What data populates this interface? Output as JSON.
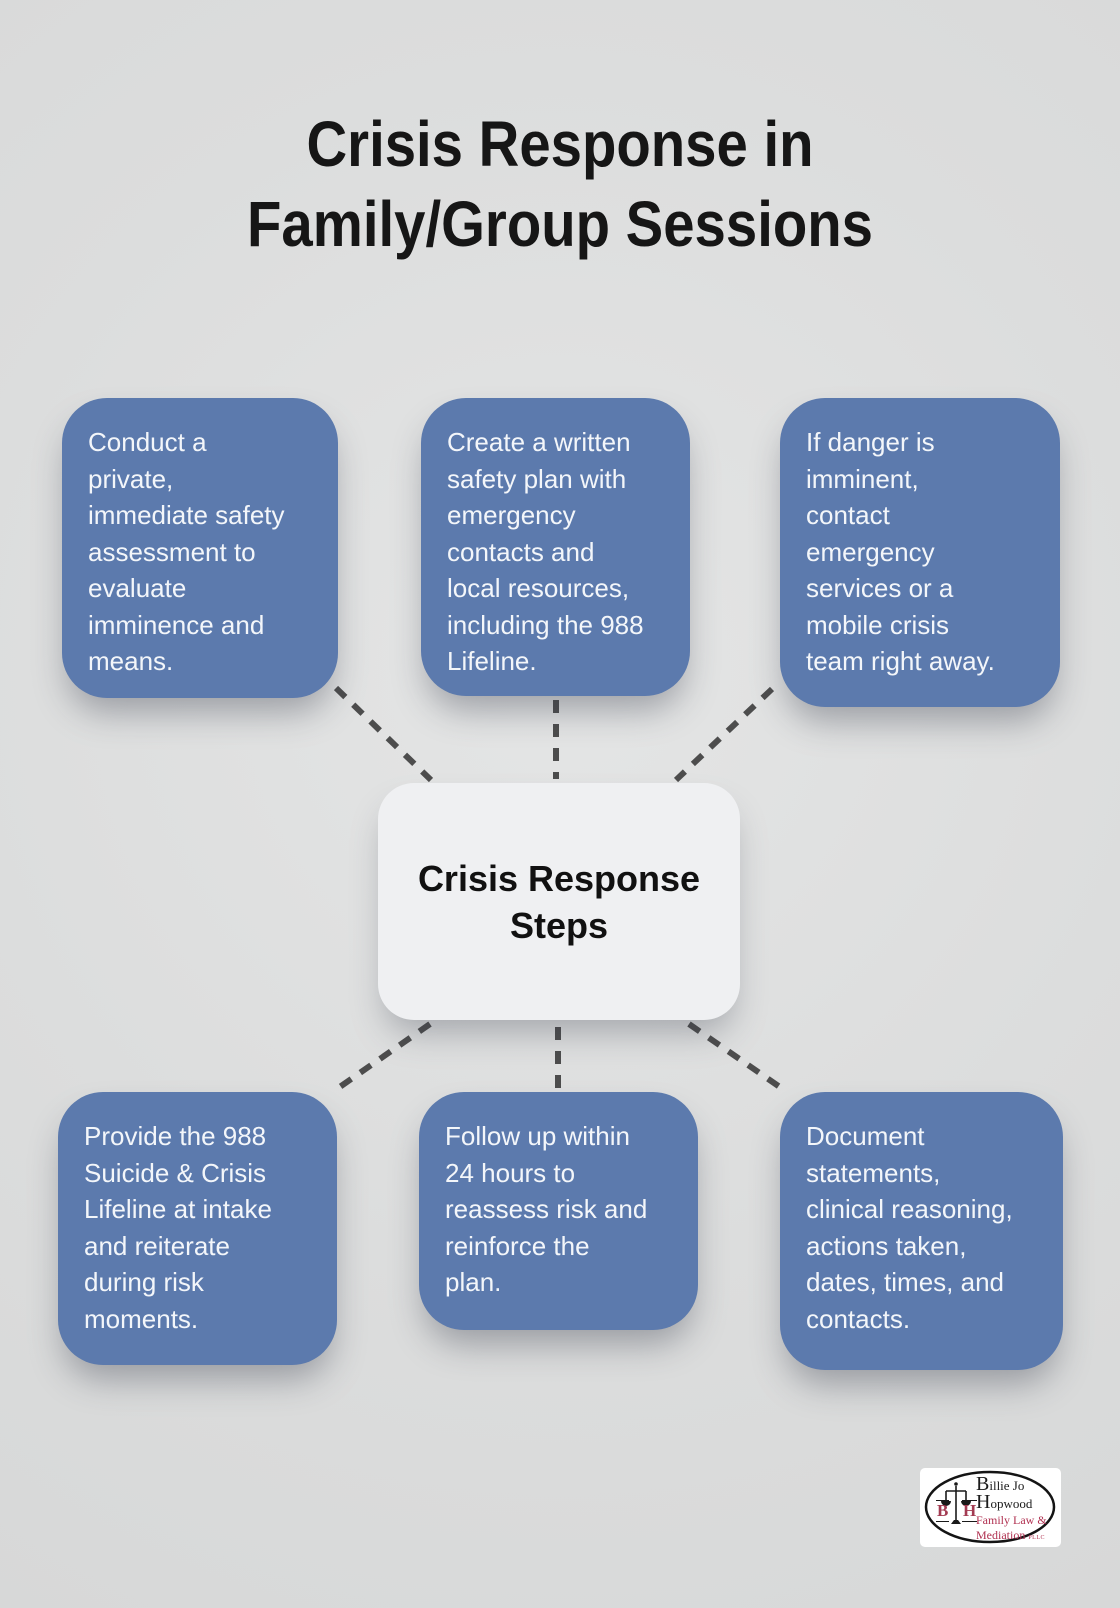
{
  "header": {
    "title_lines": [
      "Crisis Response in",
      "Family/Group Sessions"
    ]
  },
  "diagram": {
    "center_label": "Crisis Response Steps",
    "nodes": [
      "Conduct a\nprivate,\nimmediate safety\nassessment to\nevaluate\nimminence and\nmeans.",
      "Create a written\nsafety plan with\nemergency\ncontacts and\nlocal resources,\nincluding the 988\nLifeline.",
      "If danger is\nimminent,\ncontact\nemergency\nservices or a\nmobile crisis\nteam right away.",
      "Provide the 988\nSuicide & Crisis\nLifeline at intake\nand reiterate\nduring risk\nmoments.",
      "Follow up within\n24 hours to\nreassess risk and\nreinforce the\nplan.",
      "Document\nstatements,\nclinical reasoning,\nactions taken,\ndates, times, and\ncontacts."
    ]
  },
  "logo": {
    "monogram_left": "B",
    "monogram_right": "H",
    "name_line1": "Billie Jo",
    "name_line2": "Hopwood",
    "tagline_line1": "Family Law &",
    "tagline_line2": "Mediation",
    "suffix": "PLLC"
  },
  "colors": {
    "background": "#dcdddd",
    "card_blue": "#5c7aad",
    "card_text": "#f3f6fa",
    "center_card": "#eff0f2",
    "connector_dash": "#4d4d4d",
    "title_text": "#161616",
    "logo_maroon": "#a33b52",
    "logo_crimson": "#b03050"
  }
}
